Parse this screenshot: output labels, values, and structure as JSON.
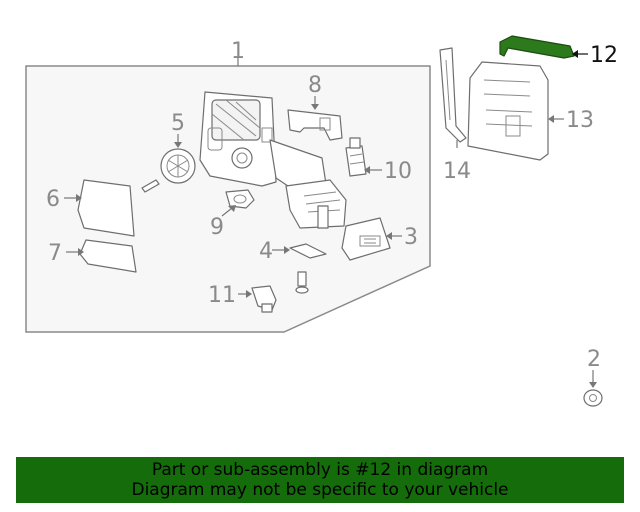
{
  "diagram": {
    "highlight_color": "#2d7a1c",
    "callouts": {
      "c1": "1",
      "c2": "2",
      "c3": "3",
      "c4": "4",
      "c5": "5",
      "c6": "6",
      "c7": "7",
      "c8": "8",
      "c9": "9",
      "c10": "10",
      "c11": "11",
      "c12": "12",
      "c13": "13",
      "c14": "14"
    },
    "highlighted_part": "12"
  },
  "banner": {
    "line1": "Part or sub-assembly is #12 in diagram",
    "line2": "Diagram may not be specific to your vehicle",
    "background": "#146c0a"
  }
}
